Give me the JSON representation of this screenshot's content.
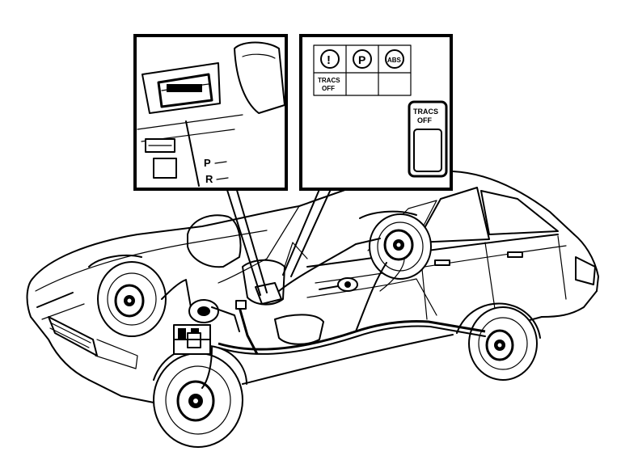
{
  "inset_right": {
    "warning_symbols": [
      "warning-exclamation-icon",
      "parking-brake-icon",
      "abs-icon"
    ],
    "abs_text": "ABS",
    "parking_text": "P",
    "warning_text": "!",
    "lamp_label_line1": "TRACS",
    "lamp_label_line2": "OFF",
    "switch_label_line1": "TRACS",
    "switch_label_line2": "OFF"
  },
  "inset_left": {
    "gear_p": "P",
    "gear_r": "R"
  },
  "colors": {
    "line": "#000000",
    "background": "#ffffff"
  }
}
